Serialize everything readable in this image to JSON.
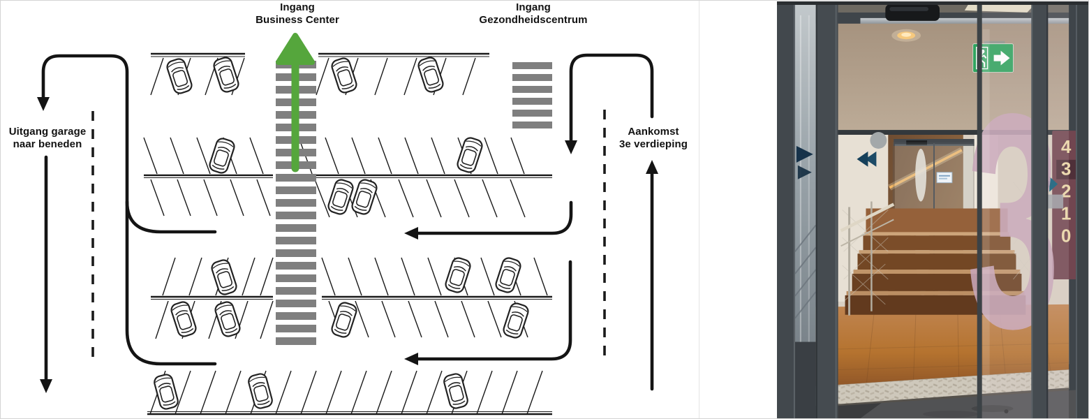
{
  "page": {
    "background": "#ffffff",
    "border_color": "#d4d4d4"
  },
  "diagram": {
    "labels": {
      "ingang_business": {
        "line1": "Ingang",
        "line2": "Business Center"
      },
      "ingang_gezondheidscentrum": {
        "line1": "Ingang",
        "line2": "Gezondheidscentrum"
      },
      "uitgang_garage": {
        "line1": "Uitgang garage",
        "line2": "naar beneden"
      },
      "aankomst": {
        "line1": "Aankomst",
        "line2": "3e verdieping"
      }
    },
    "colors": {
      "route_green": "#55a63c",
      "crosswalk_gray": "#7f7f7f",
      "line_black": "#1a1a1a"
    },
    "icons": {
      "green_arrow": "entrance-direction-up-arrow",
      "crosswalk": "pedestrian-crossing-stripes",
      "car": "parked-car-top-view"
    }
  },
  "photo": {
    "big_floor_number": "3",
    "level_sign": {
      "levels": [
        "4",
        "3",
        "2",
        "1",
        "0"
      ],
      "current": "3"
    },
    "icons": {
      "exit_sign": "emergency-exit-running-man-right-arrow"
    },
    "colors": {
      "exit_green": "#2fa45e",
      "floor_number_pink": "#c8a6b8",
      "level_sign_maroon": "#714650",
      "level_sign_text": "#ecd9a8",
      "wood_floor": "#b5732f",
      "frame_gray": "#454b50"
    }
  }
}
